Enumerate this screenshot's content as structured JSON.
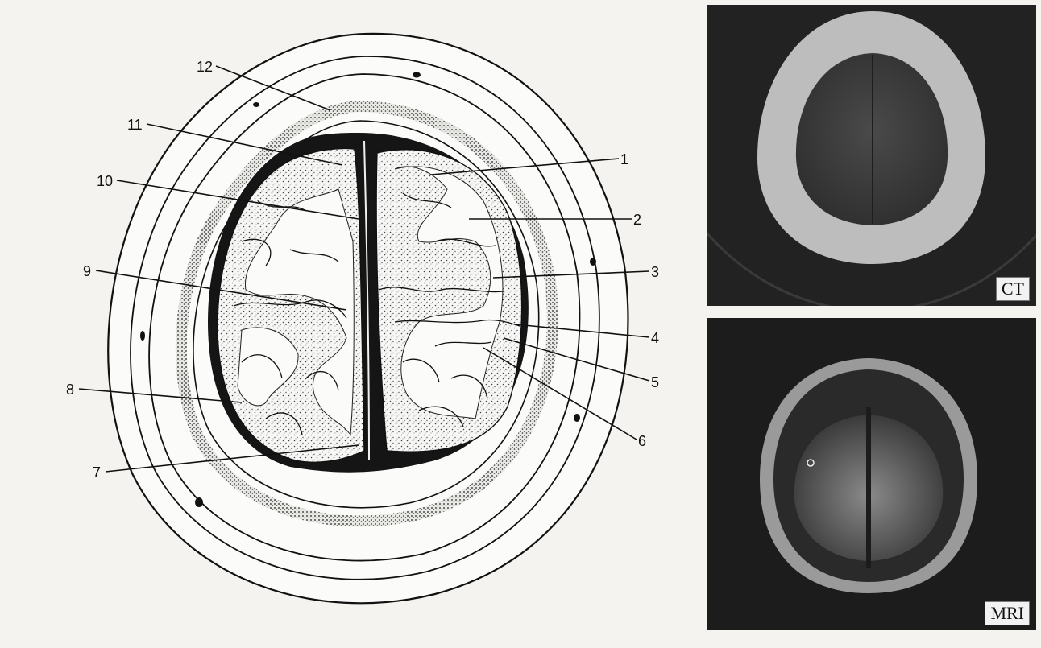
{
  "labels": [
    "1",
    "2",
    "3",
    "4",
    "5",
    "6",
    "7",
    "8",
    "9",
    "10",
    "11",
    "12"
  ],
  "panels": {
    "ct": "CT",
    "mri": "MRI"
  }
}
